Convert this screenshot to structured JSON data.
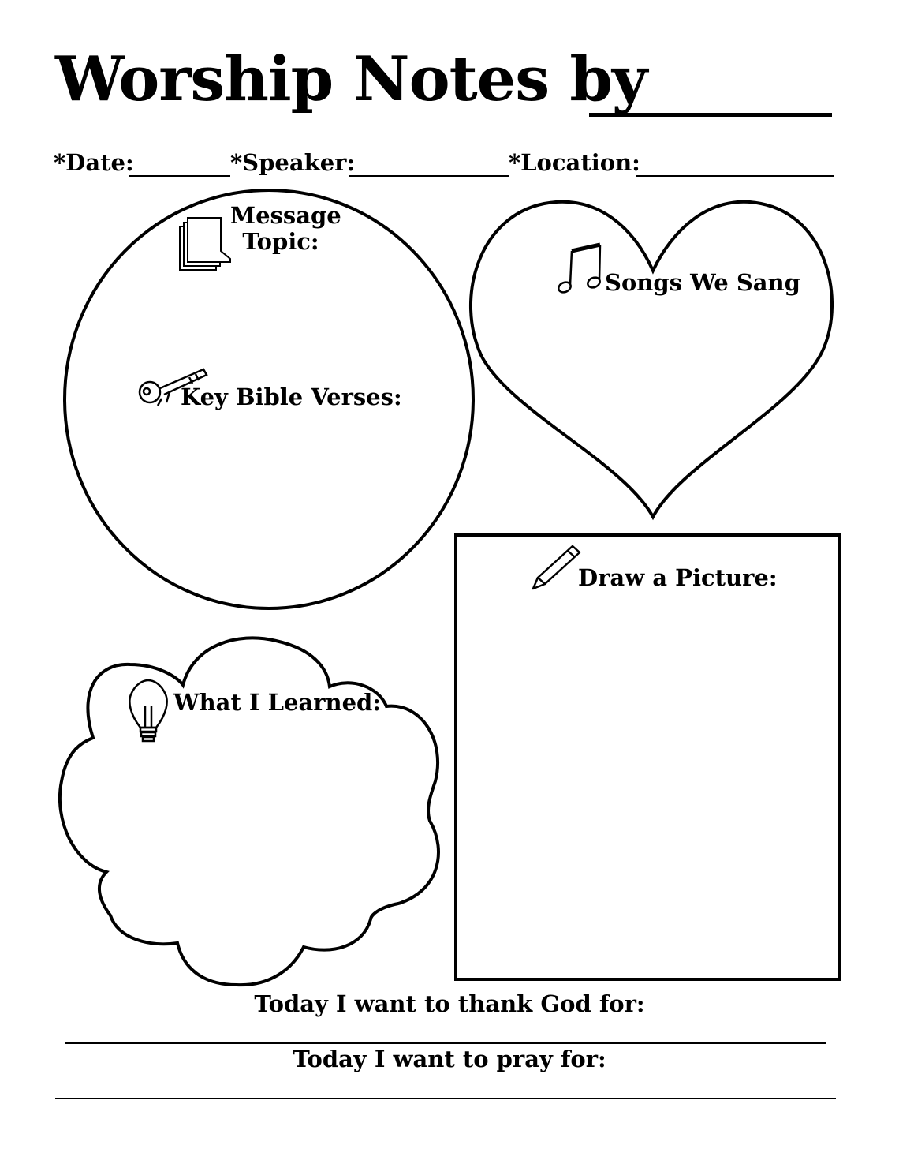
{
  "header": {
    "title": "Worship Notes by"
  },
  "meta": {
    "date_label": "*Date:",
    "speaker_label": "*Speaker:",
    "location_label": "*Location:"
  },
  "sections": {
    "message_topic": {
      "label_line1": "Message",
      "label_line2": "Topic:",
      "icon": "notepad-icon"
    },
    "key_bible_verses": {
      "label": "Key Bible Verses:",
      "icon": "key-icon"
    },
    "songs_we_sang": {
      "label": "Songs We Sang",
      "icon": "music-note-icon"
    },
    "draw_a_picture": {
      "label": "Draw a Picture:",
      "icon": "pencil-icon"
    },
    "what_i_learned": {
      "label": "What I Learned:",
      "icon": "lightbulb-icon"
    }
  },
  "footer": {
    "thank_prompt": "Today I want to thank God for:",
    "pray_prompt": "Today I want to pray for:"
  }
}
